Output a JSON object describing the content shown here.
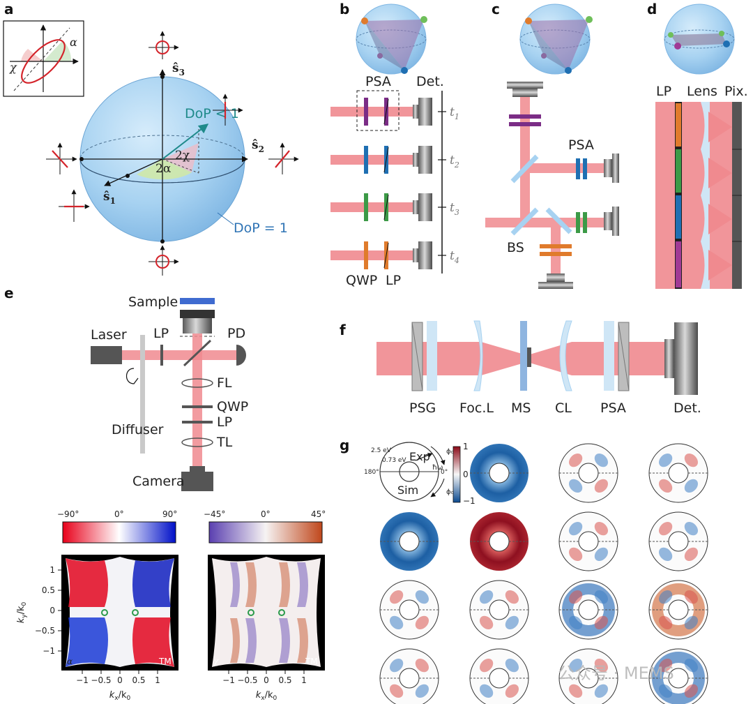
{
  "panels": {
    "a": {
      "label": "a",
      "axis_s1": "ŝ",
      "axis_s1_sub": "1",
      "axis_s2": "ŝ",
      "axis_s2_sub": "2",
      "axis_s3": "ŝ",
      "axis_s3_sub": "3",
      "dop_inner": "DoP < 1",
      "dop_surface": "DoP = 1",
      "angle_2chi": "2χ",
      "angle_2alpha": "2α",
      "inset_alpha": "α",
      "inset_chi": "χ"
    },
    "b": {
      "label": "b",
      "psa": "PSA",
      "det": "Det.",
      "qwp": "QWP",
      "lp": "LP",
      "times": [
        "t",
        "t",
        "t",
        "t"
      ],
      "time_subs": [
        "1",
        "2",
        "3",
        "4"
      ]
    },
    "c": {
      "label": "c",
      "psa": "PSA",
      "bs": "BS"
    },
    "d": {
      "label": "d",
      "lp": "LP",
      "lens": "Lens",
      "pix": "Pix."
    },
    "e": {
      "label": "e",
      "sample": "Sample",
      "laser": "Laser",
      "lp_top": "LP",
      "pd": "PD",
      "fl": "FL",
      "qwp": "QWP",
      "lp": "LP",
      "tl": "TL",
      "diffuser": "Diffuser",
      "camera": "Camera",
      "cbar_alpha_ticks": [
        "−90°",
        "0°",
        "90°"
      ],
      "cbar_chi_ticks": [
        "−45°",
        "0°",
        "45°"
      ],
      "map_alpha_tag": "α",
      "map_chi_tag": "χ",
      "mode_tag": "TM",
      "y_ticks": [
        "1",
        "0.5",
        "0",
        "−0.5",
        "−1"
      ],
      "x_ticks": [
        "−1",
        "−0.5",
        "0",
        "0.5",
        "1"
      ],
      "x_label": "k",
      "x_label_sub": "x",
      "x_label_den": "/k",
      "x_label_den_sub": "0",
      "y_label": "k",
      "y_label_sub": "y",
      "y_label_den": "/k",
      "y_label_den_sub": "0"
    },
    "f": {
      "label": "f",
      "psg": "PSG",
      "focl": "Foc.L",
      "ms": "MS",
      "cl": "CL",
      "psa": "PSA",
      "det": "Det."
    },
    "g": {
      "label": "g",
      "legend_ev_outer": "2.5 eV",
      "legend_ev_inner": "0.73 eV",
      "legend_180": "180°",
      "legend_0": "0°",
      "legend_exp": "Exp",
      "legend_sim": "Sim",
      "legend_hw": "ħω",
      "legend_phi": "ϕ₀",
      "cbar_ticks": [
        "1",
        "0",
        "−1"
      ]
    }
  },
  "watermark": "公众号 · MEMS",
  "colors": {
    "beam": "#f08a8f",
    "beam_light": "#f7b7ba",
    "sphere": "#a9d3f2",
    "purple": "#7b2d86",
    "blue": "#1f6fb2",
    "green": "#3c9a47",
    "orange": "#e07b2c",
    "steel": "#7d7d7d"
  }
}
